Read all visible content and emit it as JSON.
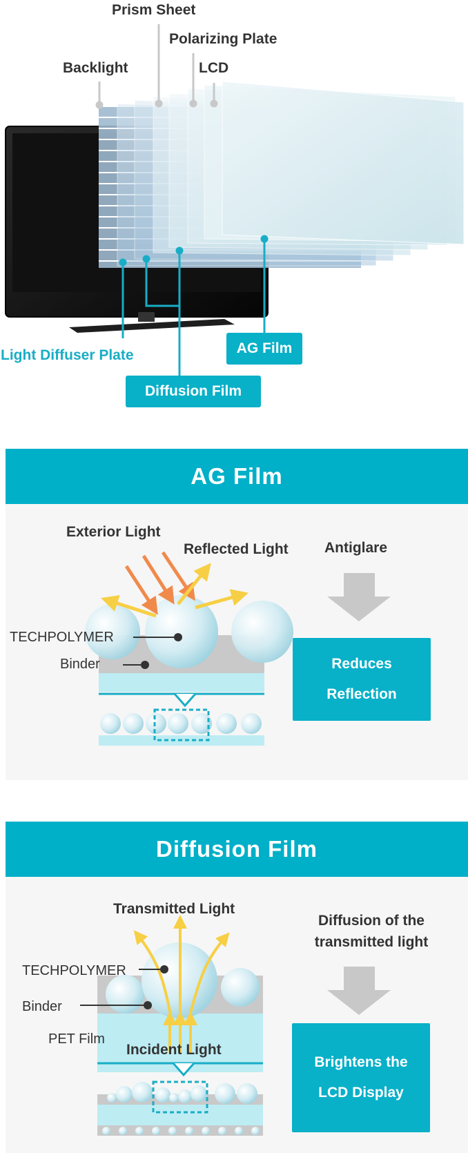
{
  "top_diagram": {
    "labels": {
      "prism_sheet": "Prism Sheet",
      "polarizing_plate": "Polarizing Plate",
      "backlight": "Backlight",
      "lcd": "LCD",
      "light_diffuser_plate": "Light Diffuser Plate",
      "ag_film": "AG Film",
      "diffusion_film": "Diffusion Film"
    }
  },
  "ag_section": {
    "title": "AG Film",
    "exterior_light": "Exterior Light",
    "reflected_light": "Reflected Light",
    "techpolymer": "TECHPOLYMER",
    "binder": "Binder",
    "effect_title": "Antiglare",
    "result_line1": "Reduces",
    "result_line2": "Reflection"
  },
  "diffusion_section": {
    "title": "Diffusion Film",
    "transmitted_light": "Transmitted Light",
    "techpolymer": "TECHPOLYMER",
    "binder": "Binder",
    "pet_film": "PET Film",
    "incident_light": "Incident Light",
    "effect_line1": "Diffusion of the",
    "effect_line2": "transmitted light",
    "result_line1": "Brightens the",
    "result_line2": "LCD Display"
  },
  "colors": {
    "teal": "#00afc8",
    "section_bg": "#f6f6f6",
    "arrow_gray": "#c8c8c8",
    "light_orange": "#f08a4b",
    "light_yellow": "#f7cf45"
  }
}
